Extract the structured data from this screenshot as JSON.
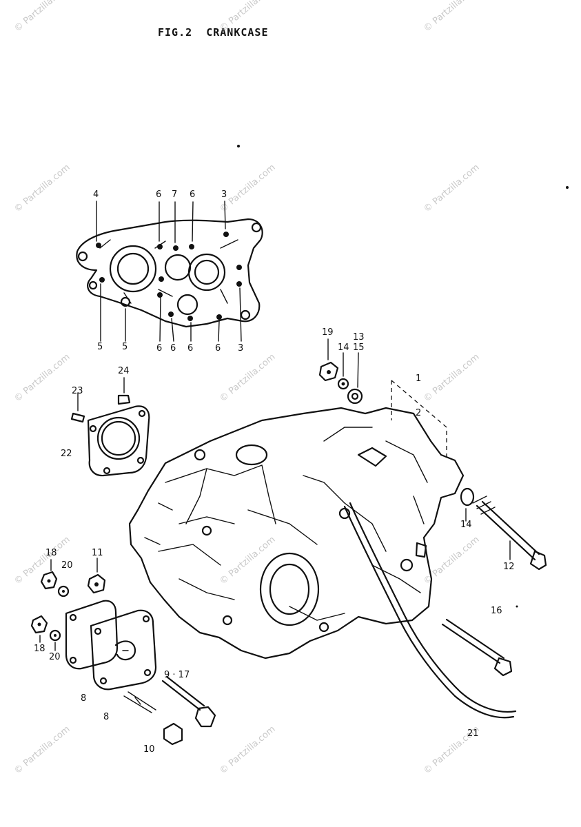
{
  "title": "FIG.2  CRANKCASE",
  "watermark": "© Partzilla.com",
  "callouts": {
    "c4": "4",
    "c6a": "6",
    "c7": "7",
    "c6b": "6",
    "c3a": "3",
    "c5a": "5",
    "c5b": "5",
    "c6c": "6",
    "c6d": "6",
    "c6e": "6",
    "c6f": "6",
    "c3b": "3",
    "c19": "19",
    "c14a": "14",
    "c13": "13",
    "c15": "15",
    "c1": "1",
    "c2": "2",
    "c24": "24",
    "c23": "23",
    "c22": "22",
    "c14b": "14",
    "c12": "12",
    "c16": "16",
    "c18a": "18",
    "c20a": "20",
    "c11": "11",
    "c18b": "18",
    "c20b": "20",
    "c917": "9 · 17",
    "c8a": "8",
    "c8b": "8",
    "c10": "10",
    "c21": "21"
  }
}
